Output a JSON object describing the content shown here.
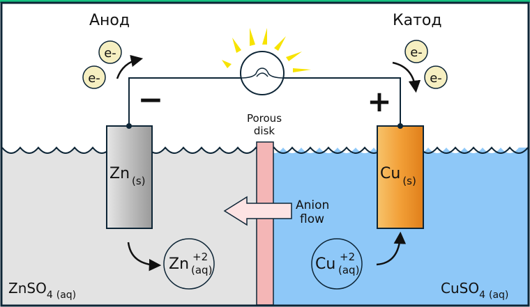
{
  "labels": {
    "anode": "Анод",
    "cathode": "Катод",
    "minus": "−",
    "plus": "+",
    "electron": "e-",
    "porous_line1": "Porous",
    "porous_line2": "disk",
    "zn_electrode": "Zn",
    "zn_electrode_state": "(s)",
    "cu_electrode": "Cu",
    "cu_electrode_state": "(s)",
    "zn_ion": "Zn",
    "zn_ion_charge": "+2",
    "zn_ion_state": "(aq)",
    "cu_ion": "Cu",
    "cu_ion_charge": "+2",
    "cu_ion_state": "(aq)",
    "anion_line1": "Anion",
    "anion_line2": "flow",
    "znso4_main": "ZnSO",
    "znso4_sub": "4",
    "znso4_state": "(aq)",
    "cuso4_main": "CuSO",
    "cuso4_sub": "4",
    "cuso4_state": "(aq)"
  },
  "colors": {
    "top_border": "#18c181",
    "frame": "#0d2536",
    "zn_solution": "#e3e3e3",
    "cu_solution": "#8ec8f8",
    "porous_disk": "#f4b6b6",
    "zn_electrode": "#bdbdbd",
    "cu_electrode": "#f1a23a",
    "electron_fill": "#f6efc1",
    "bulb_rays": "#f7e300",
    "arrow_fill": "#fde3e3"
  }
}
